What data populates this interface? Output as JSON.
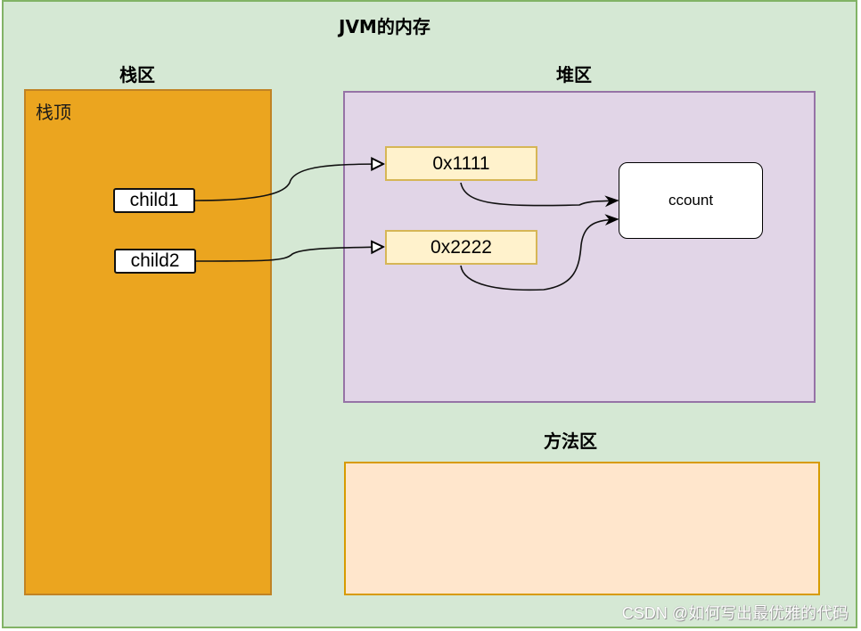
{
  "diagram": {
    "title": "JVM的内存",
    "regions": {
      "stack": {
        "label": "栈区",
        "top_label": "栈顶",
        "color": "#eba51f"
      },
      "heap": {
        "label": "堆区",
        "color": "#e1d5e7"
      },
      "method_area": {
        "label": "方法区",
        "color": "#ffe6cc"
      }
    },
    "stack_vars": [
      {
        "name": "child1",
        "points_to": "0x1111"
      },
      {
        "name": "child2",
        "points_to": "0x2222"
      }
    ],
    "heap_refs": [
      {
        "address": "0x1111",
        "points_to": "ccount"
      },
      {
        "address": "0x2222",
        "points_to": "ccount"
      }
    ],
    "heap_object": {
      "label": "ccount"
    },
    "background_color": "#d5e8d4"
  },
  "watermark": "CSDN @如何写出最优雅的代码"
}
